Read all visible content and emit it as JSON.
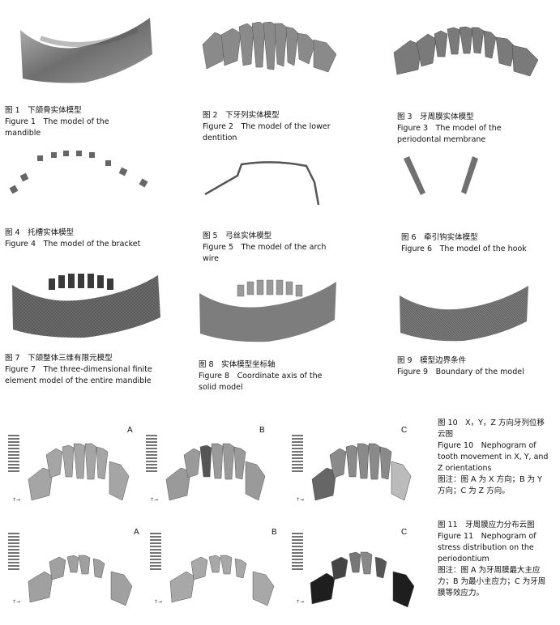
{
  "figures": [
    {
      "cn": "图 1　下颌骨实体模型",
      "en": "Figure 1　The model of the mandible"
    },
    {
      "cn": "图 2　下牙列实体模型",
      "en": "Figure 2　The model of the lower dentition"
    },
    {
      "cn": "图 3　牙周膜实体模型",
      "en": "Figure 3　The model of the periodontal membrane"
    },
    {
      "cn": "图 4　托槽实体模型",
      "en": "Figure 4　The model of the bracket"
    },
    {
      "cn": "图 5　弓丝实体模型",
      "en": "Figure 5　The model of the arch wire"
    },
    {
      "cn": "图 6　牵引钩实体模型",
      "en": "Figure 6　The model of the hook"
    },
    {
      "cn": "图 7　下颌整体三维有限元模型",
      "en": "Figure 7　The three-dimensional finite element model of the entire mandible"
    },
    {
      "cn": "图 8　实体模型坐标轴",
      "en": "Figure 8　Coordinate axis of the solid model"
    },
    {
      "cn": "图 9　模型边界条件",
      "en": "Figure 9　Boundary of the model"
    }
  ],
  "fig10": {
    "cn": "图 10　X，Y，Z 方向牙列位移云图",
    "en": "Figure 10　Nephogram of tooth movement in X, Y, and Z orientations",
    "note": "图注：图 A 为 X 方向；B 为 Y 方向；C 为 Z 方向。",
    "panels": [
      "A",
      "B",
      "C"
    ]
  },
  "fig11": {
    "cn": "图 11　牙周膜应力分布云图",
    "en": "Figure 11　Nephogram of stress distribution on the periodontium",
    "note": "图注：图 A 为牙周膜最大主应力；B 为最小主应力；C 为牙周膜等效应力。",
    "panels": [
      "A",
      "B",
      "C"
    ]
  }
}
